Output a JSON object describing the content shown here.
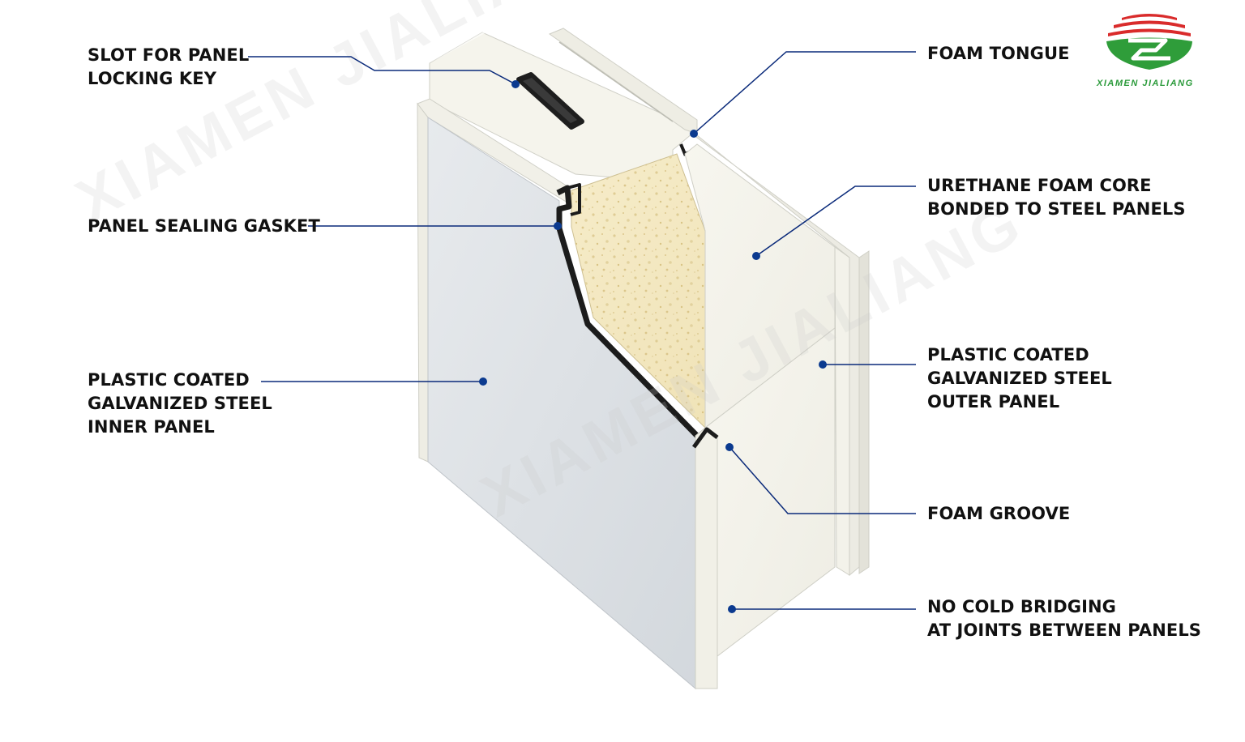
{
  "brand": {
    "name": "XIAMEN JIALIANG",
    "colors": {
      "red": "#d92b2b",
      "green": "#2f9d3a",
      "logo_text": "#2a9a3a"
    }
  },
  "watermark": "XIAMEN JIALIANG",
  "colors": {
    "leader": "#0a2a7a",
    "dot": "#0b3a8f",
    "foam": "#f3e8c4",
    "inner_panel": "#dfe3e7",
    "outer_panel": "#f6f5ee",
    "edge": "#ecebe2",
    "gasket": "#1c1c1c"
  },
  "labels": {
    "slot": [
      "SLOT FOR PANEL",
      "LOCKING KEY"
    ],
    "gasket": [
      "PANEL SEALING GASKET"
    ],
    "inner_panel": [
      "PLASTIC COATED",
      "GALVANIZED STEEL",
      "INNER PANEL"
    ],
    "tongue": [
      "FOAM TONGUE"
    ],
    "core": [
      "URETHANE FOAM CORE",
      "BONDED TO STEEL PANELS"
    ],
    "outer_panel": [
      "PLASTIC COATED",
      "GALVANIZED STEEL",
      "OUTER PANEL"
    ],
    "groove": [
      "FOAM GROOVE"
    ],
    "bridging": [
      "NO COLD BRIDGING",
      "AT JOINTS BETWEEN PANELS"
    ]
  }
}
